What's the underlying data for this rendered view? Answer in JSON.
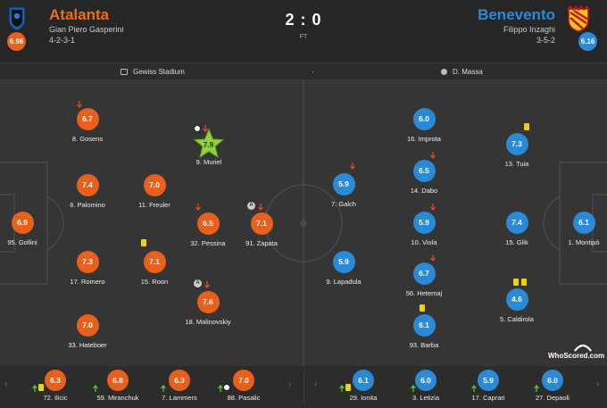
{
  "header": {
    "home": {
      "name": "Atalanta",
      "manager": "Gian Piero Gasperini",
      "formation": "4-2-3-1",
      "rating": "6.96"
    },
    "away": {
      "name": "Benevento",
      "manager": "Filippo Inzaghi",
      "formation": "3-5-2",
      "rating": "6.16"
    },
    "score": "2 : 0",
    "status": "FT"
  },
  "infobar": {
    "stadium": "Gewiss Stadium",
    "separator": "·",
    "referee": "D. Massa"
  },
  "colors": {
    "home": "#e8601c",
    "away": "#2b8ad6",
    "motm": "#8ed33a"
  },
  "home_players": [
    {
      "name": "Gollini",
      "number": "95",
      "rating": "6.9"
    },
    {
      "name": "Gosens",
      "number": "8",
      "rating": "6.7",
      "event": "sub-off"
    },
    {
      "name": "Palomino",
      "number": "6",
      "rating": "7.4"
    },
    {
      "name": "Romero",
      "number": "17",
      "rating": "7.3"
    },
    {
      "name": "Hateboer",
      "number": "33",
      "rating": "7.0"
    },
    {
      "name": "Freuler",
      "number": "11",
      "rating": "7.0"
    },
    {
      "name": "Roon",
      "number": "15",
      "rating": "7.1",
      "event": "yellow-card"
    },
    {
      "name": "Muriel",
      "number": "9",
      "rating": "7.9",
      "event": "goal",
      "motm": true
    },
    {
      "name": "Pessina",
      "number": "32",
      "rating": "6.5",
      "event": "sub-off"
    },
    {
      "name": "Malinovskiy",
      "number": "18",
      "rating": "7.6",
      "event": "sub-off"
    },
    {
      "name": "Zapata",
      "number": "91",
      "rating": "7.1",
      "event": "sub-off"
    }
  ],
  "away_players": [
    {
      "name": "Improta",
      "number": "16",
      "rating": "6.0"
    },
    {
      "name": "Tuia",
      "number": "13",
      "rating": "7.3",
      "event": "yellow-card"
    },
    {
      "name": "Galch",
      "number": "7",
      "rating": "5.9",
      "event": "sub-off"
    },
    {
      "name": "Dabo",
      "number": "14",
      "rating": "6.5",
      "event": "sub-off"
    },
    {
      "name": "Glik",
      "number": "15",
      "rating": "7.4"
    },
    {
      "name": "Viola",
      "number": "10",
      "rating": "5.9",
      "event": "sub-off"
    },
    {
      "name": "Montipò",
      "number": "1",
      "rating": "6.1"
    },
    {
      "name": "Lapadula",
      "number": "9",
      "rating": "5.9"
    },
    {
      "name": "Hetemaj",
      "number": "56",
      "rating": "6.7",
      "event": "sub-off"
    },
    {
      "name": "Caldirola",
      "number": "5",
      "rating": "4.6",
      "event": "yellow-card"
    },
    {
      "name": "Barba",
      "number": "93",
      "rating": "6.1",
      "event": "yellow-card"
    }
  ],
  "home_subs": [
    {
      "name": "Ilicic",
      "number": "72",
      "rating": "6.3"
    },
    {
      "name": "Miranchuk",
      "number": "59",
      "rating": "6.8"
    },
    {
      "name": "Lammers",
      "number": "7",
      "rating": "6.3"
    },
    {
      "name": "Pasalic",
      "number": "88",
      "rating": "7.0"
    }
  ],
  "away_subs": [
    {
      "name": "Ionita",
      "number": "29",
      "rating": "6.1"
    },
    {
      "name": "Letizia",
      "number": "3",
      "rating": "6.0"
    },
    {
      "name": "Caprari",
      "number": "17",
      "rating": "5.9"
    },
    {
      "name": "Depaoli",
      "number": "27",
      "rating": "6.0"
    }
  ],
  "branding": {
    "label": "WhoScored.com"
  },
  "nav": {
    "prev": "‹",
    "next": "›"
  }
}
